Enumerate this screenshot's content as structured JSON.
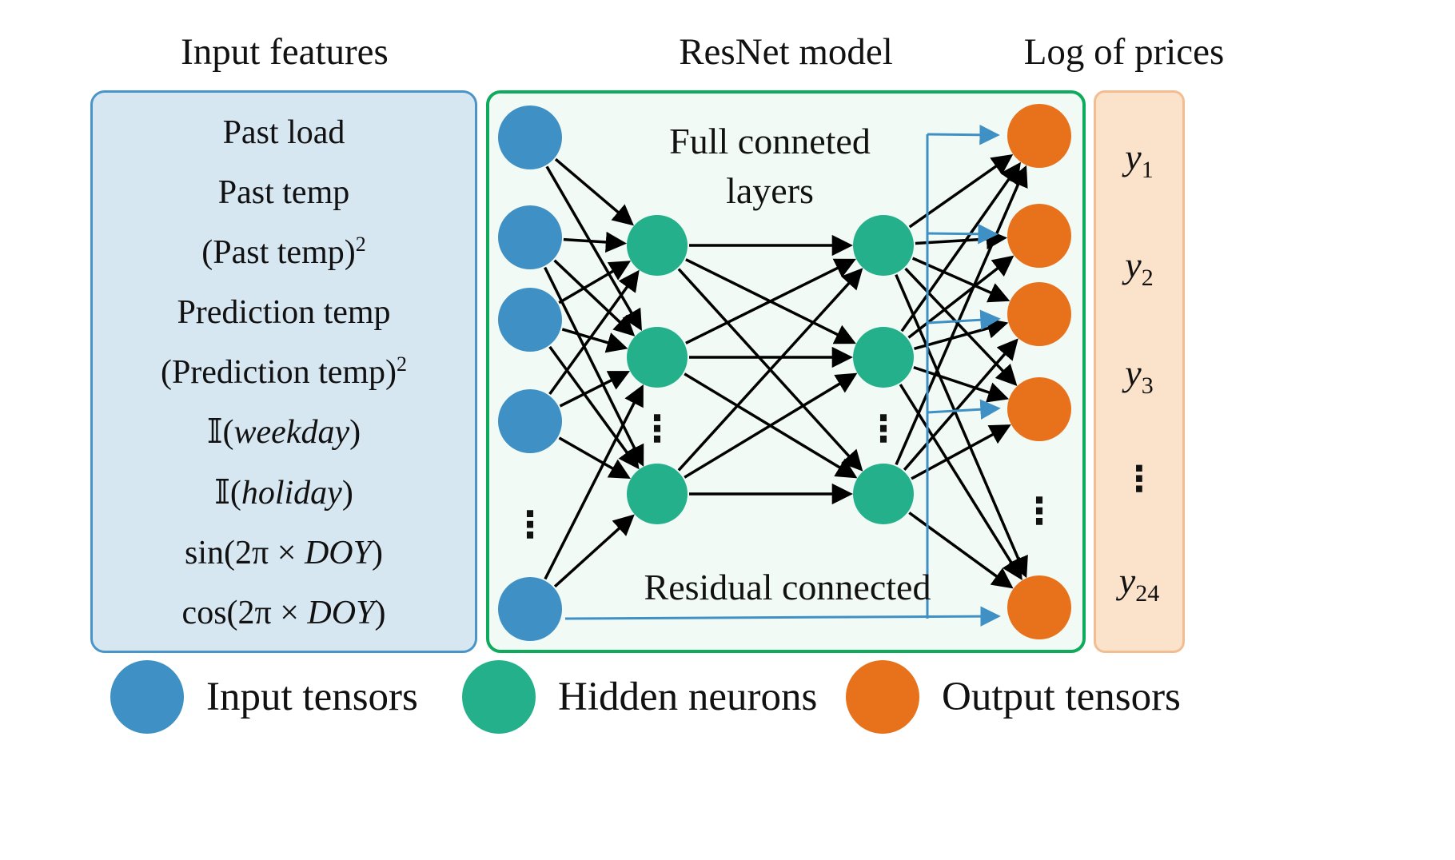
{
  "headers": {
    "input": "Input features",
    "model": "ResNet model",
    "output": "Log of prices"
  },
  "features": {
    "items": [
      {
        "pre": "Past load"
      },
      {
        "pre": "Past temp"
      },
      {
        "pre": "(Past temp)",
        "sup": "2"
      },
      {
        "pre": "Prediction temp"
      },
      {
        "pre": "(Prediction temp)",
        "sup": "2"
      },
      {
        "pre": "𝕀(",
        "italic": "weekday",
        "post": ")"
      },
      {
        "pre": "𝕀(",
        "italic": "holiday",
        "post": ")"
      },
      {
        "pre": "sin(2π × ",
        "italic": "DOY",
        "post": ")"
      },
      {
        "pre": "cos(2π × ",
        "italic": "DOY",
        "post": ")"
      }
    ]
  },
  "network": {
    "fc_line1": "Full conneted",
    "fc_line2": "layers",
    "residual_label": "Residual connected",
    "ellipsis": "⋮"
  },
  "prices": {
    "items": [
      {
        "var": "y",
        "sub": "1"
      },
      {
        "var": "y",
        "sub": "2"
      },
      {
        "var": "y",
        "sub": "3"
      },
      {
        "dots": "⋮"
      },
      {
        "var": "y",
        "sub": "24"
      }
    ]
  },
  "legend": {
    "items": [
      {
        "label": "Input tensors"
      },
      {
        "label": "Hidden neurons"
      },
      {
        "label": "Output tensors"
      }
    ]
  },
  "colors": {
    "input_node": "#3f90c4",
    "hidden_node": "#25b08c",
    "output_node": "#e8721b",
    "input_box_fill": "#d7e7f2",
    "input_box_border": "#4a94c8",
    "model_box_fill": "#f1faf5",
    "model_box_border": "#0fab5c",
    "price_box_fill": "#fbe3cb",
    "price_box_border": "#f3bd92",
    "edge": "#000000",
    "residual": "#3f90c4",
    "text": "#111111"
  }
}
